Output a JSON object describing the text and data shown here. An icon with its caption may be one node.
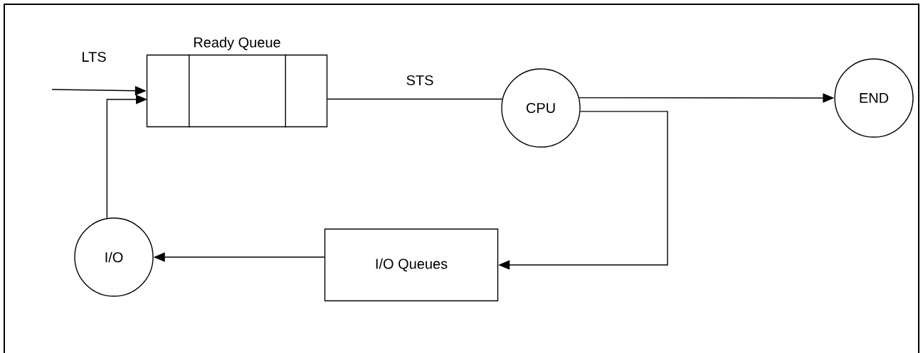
{
  "diagram": {
    "nodes": [
      {
        "text": [
          "Ready Queue"
        ]
      },
      {
        "text": [
          "CPU"
        ]
      },
      {
        "text": [
          "END"
        ]
      },
      {
        "text": [
          "I/O Queues"
        ]
      },
      {
        "text": [
          "I/O"
        ]
      }
    ],
    "edges": [
      {
        "from": null,
        "to": 0,
        "arrow": "to",
        "label": "LTS"
      },
      {
        "from": 0,
        "to": 1,
        "arrow": "none",
        "label": "STS"
      },
      {
        "from": 1,
        "to": 2,
        "arrow": "to"
      },
      {
        "from": 1,
        "to": 3,
        "arrow": "to"
      },
      {
        "from": 3,
        "to": 4,
        "arrow": "to"
      },
      {
        "from": 4,
        "to": 0,
        "arrow": "to"
      }
    ]
  }
}
